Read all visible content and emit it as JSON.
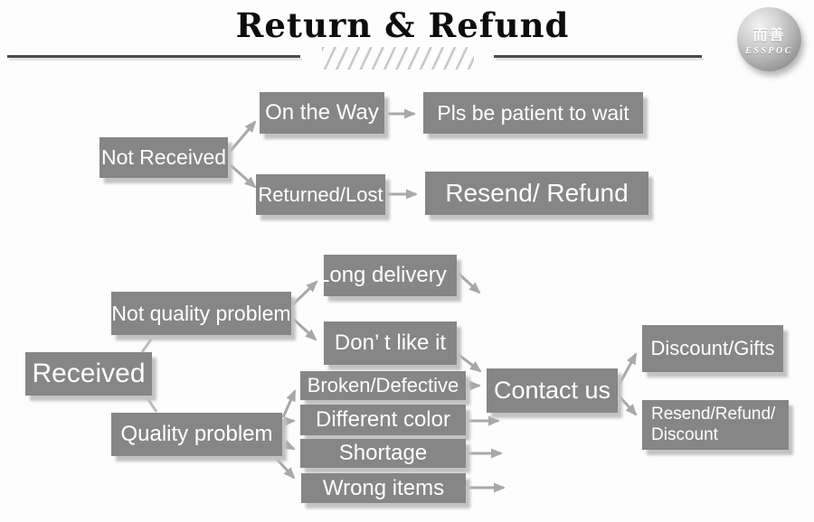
{
  "header": {
    "title": "Return & Refund",
    "logo": {
      "line1": "而善",
      "line2": "ESSPOC"
    }
  },
  "colors": {
    "box_fill": "#868686",
    "box_text": "#ffffff",
    "arrow": "#a8a8a8",
    "connector": "#bdbdbd",
    "title_text": "#0d0d0d",
    "rule_line": "#4a4a4a",
    "hatch": "#c9c9c9",
    "logo_text": "#ffffff"
  },
  "flowchart": {
    "top": {
      "not_received": "Not Received",
      "on_the_way": "On the Way",
      "pls_wait": "Pls be patient to wait",
      "returned_lost": "Returned/Lost",
      "resend_refund": "Resend/ Refund"
    },
    "bottom": {
      "received": "Received",
      "not_quality_problem": "Not quality problem",
      "long_delivery": "Long delivery",
      "dont_like_it": "Don’ t like it",
      "quality_problem": "Quality problem",
      "broken_defective": "Broken/Defective",
      "different_color": "Different color",
      "shortage": "Shortage",
      "wrong_items": "Wrong items",
      "contact_us": "Contact us",
      "discount_gifts": "Discount/Gifts",
      "resend_refund_discount": "Resend/Refund/ Discount"
    }
  }
}
